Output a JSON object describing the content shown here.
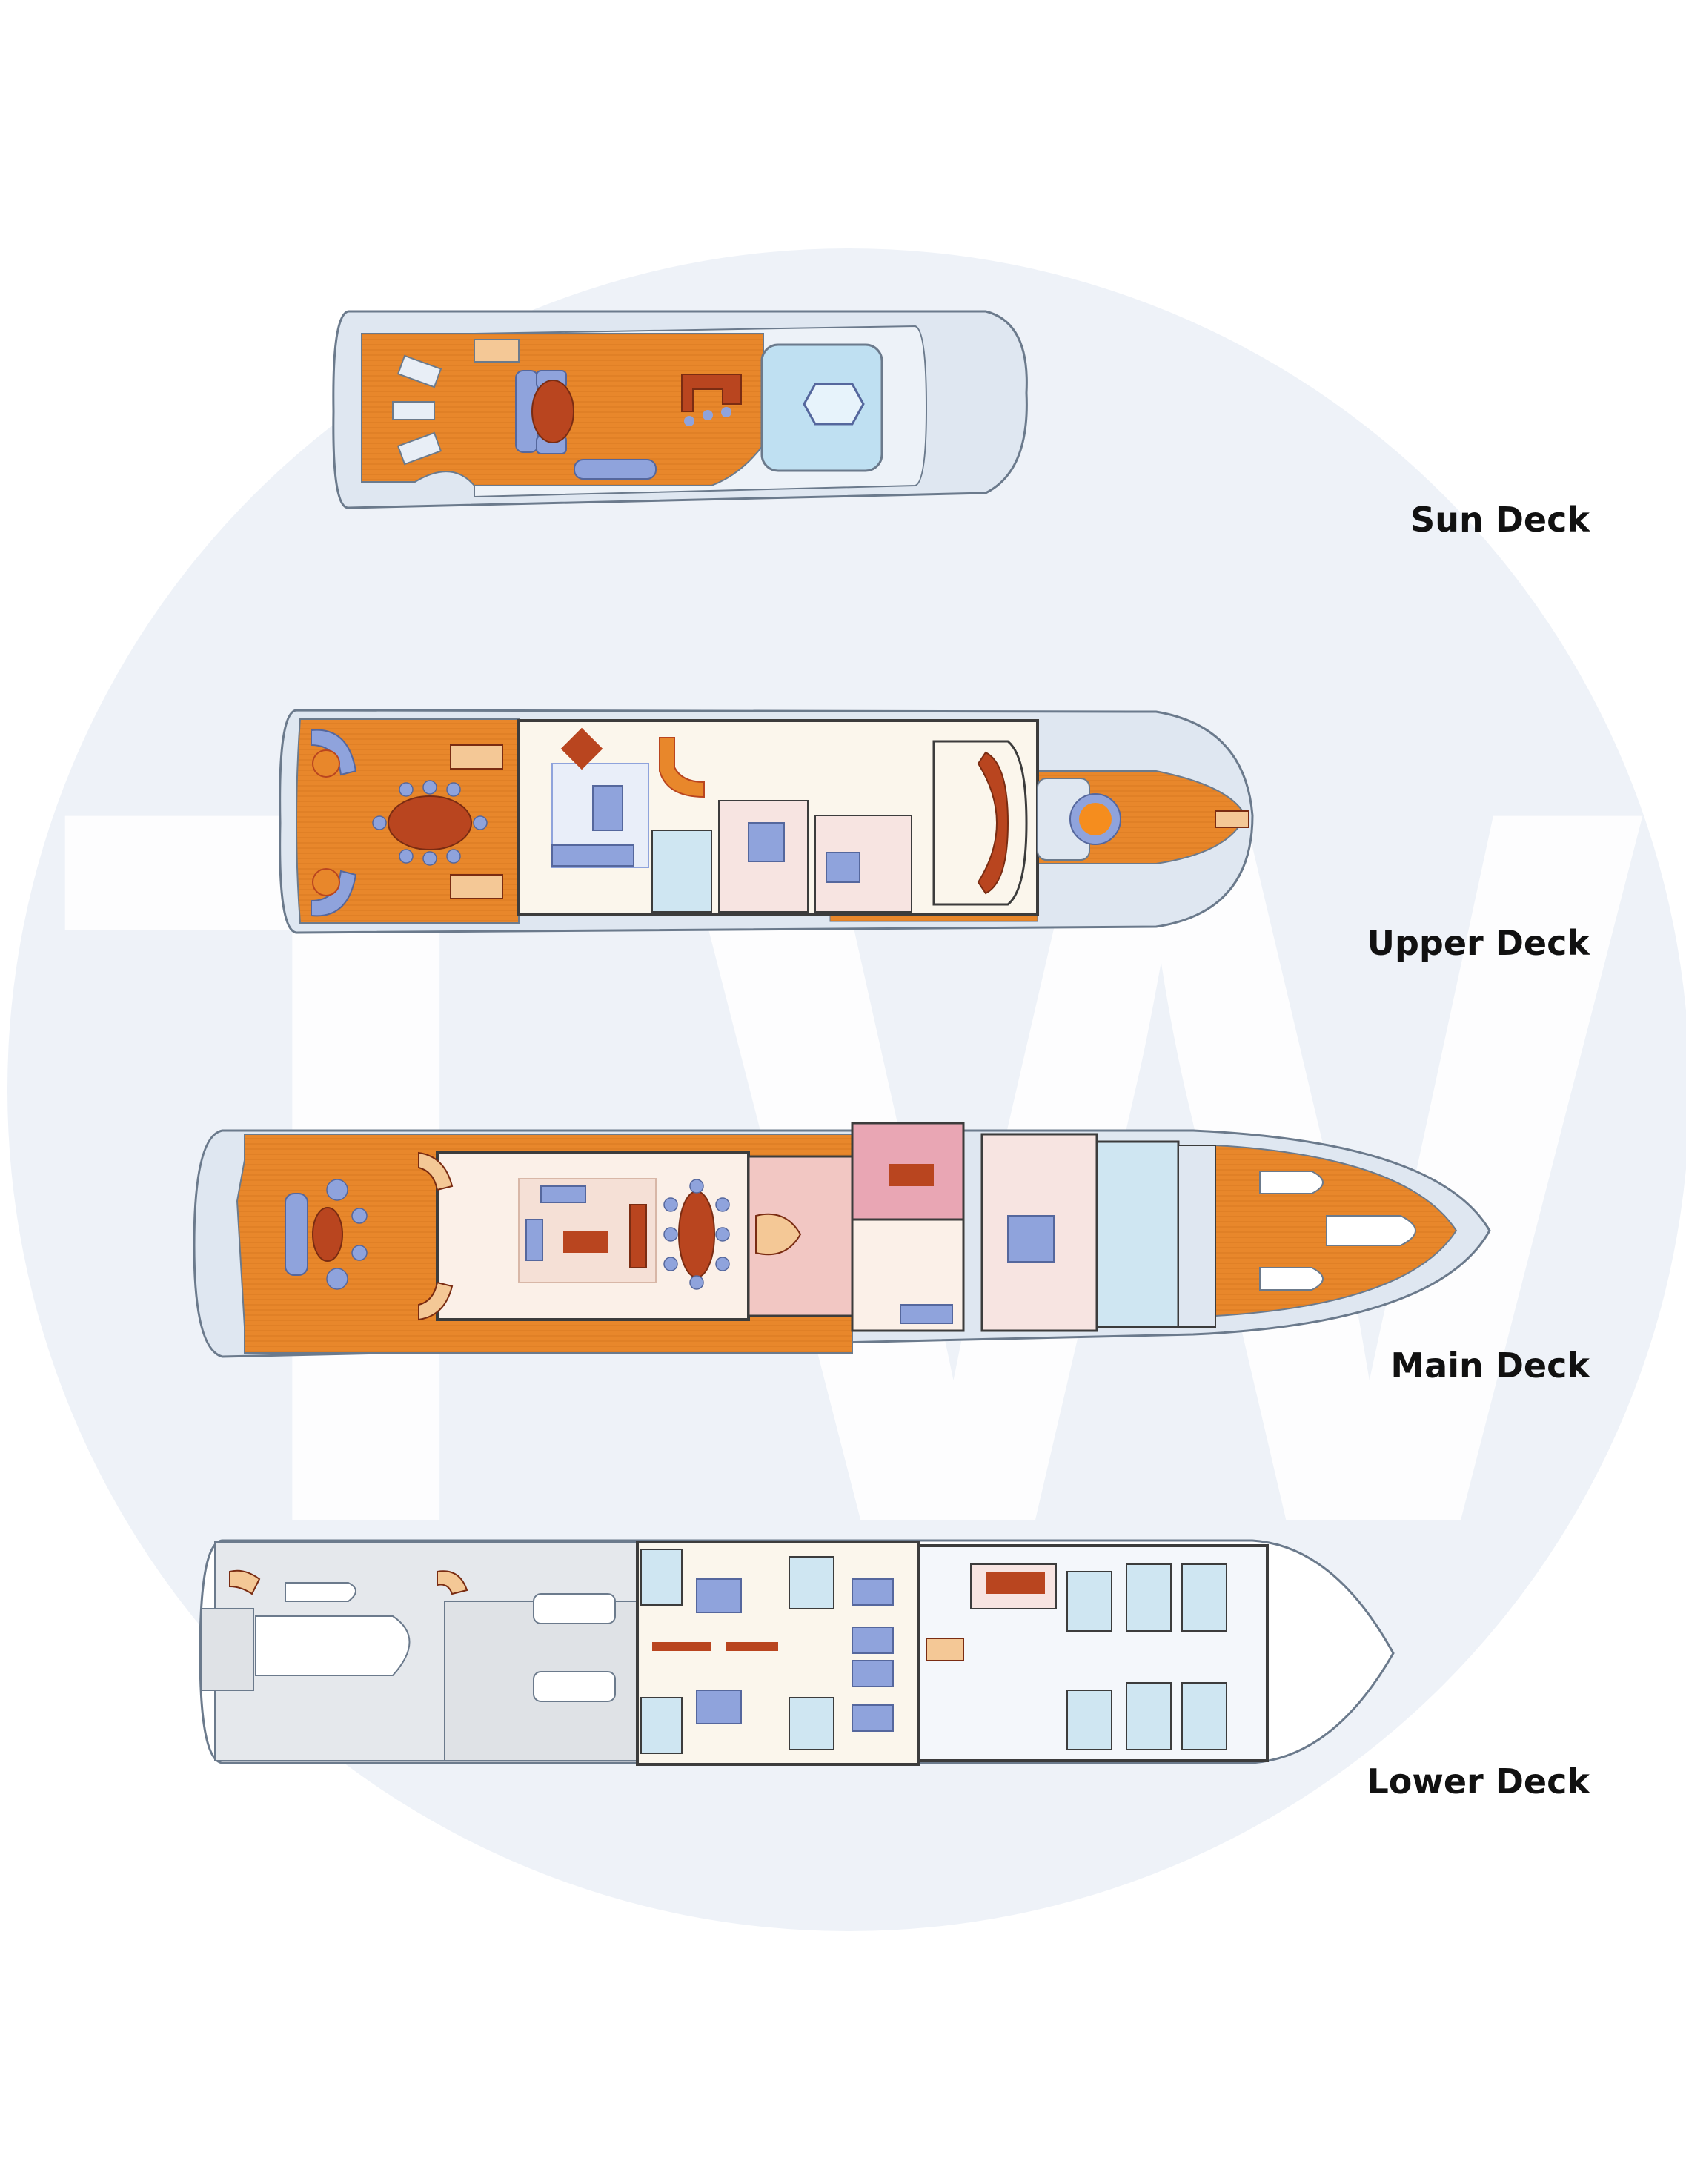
{
  "watermark": {
    "letters": "TW"
  },
  "decks": [
    {
      "id": "sun",
      "label": "Sun Deck"
    },
    {
      "id": "upper",
      "label": "Upper Deck"
    },
    {
      "id": "main",
      "label": "Main Deck"
    },
    {
      "id": "lower",
      "label": "Lower Deck"
    }
  ],
  "colors": {
    "teak": "#e8872b",
    "teak_dark": "#c96d1a",
    "hull_outline": "#6b7a8c",
    "hull_fill": "#dfe7f1",
    "interior_cream": "#fbf6ec",
    "furniture_blue": "#8fa3dc",
    "furniture_rust": "#b9451f",
    "pink_room": "#f2c7c3",
    "bath_blue": "#cfe6f2",
    "watermark": "#eef2f8"
  }
}
